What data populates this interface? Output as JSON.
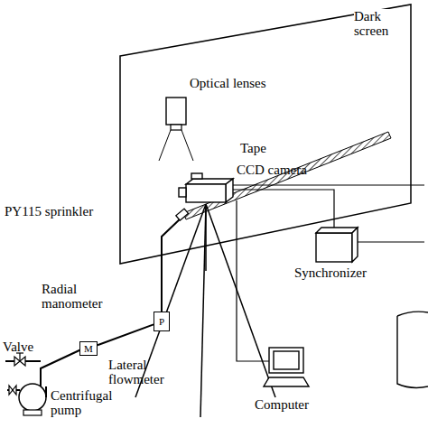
{
  "diagram": {
    "nodes": [
      {
        "text": [
          "P"
        ]
      },
      {
        "text": [
          "M"
        ]
      }
    ],
    "edges": [
      {
        "from": 1,
        "to": 0,
        "arrow": "none"
      }
    ],
    "labels": [
      "Dark screen",
      "Optical lenses",
      "Tape",
      "PY115 sprinkler",
      "CCD camera",
      "Radial manometer",
      "Synchronizer",
      "Valve",
      "Lateral flowmeter",
      "Centrifugal pump",
      "Computer"
    ]
  }
}
